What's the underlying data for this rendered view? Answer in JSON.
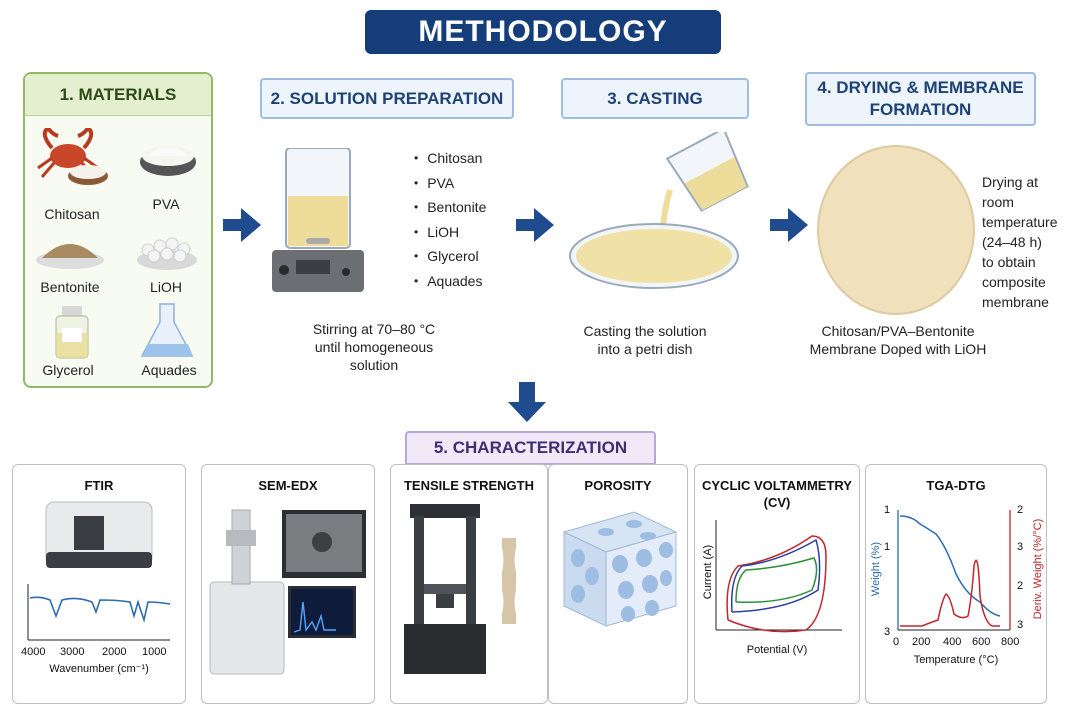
{
  "title": "METHODOLOGY",
  "steps": {
    "materials": {
      "label": "1. MATERIALS",
      "items": [
        {
          "name": "Chitosan",
          "icon": "crab-icon"
        },
        {
          "name": "PVA",
          "icon": "powder-bowl-icon"
        },
        {
          "name": "Bentonite",
          "icon": "clay-powder-icon"
        },
        {
          "name": "LiOH",
          "icon": "pellets-icon"
        },
        {
          "name": "Glycerol",
          "icon": "bottle-icon"
        },
        {
          "name": "Aquades",
          "icon": "flask-icon"
        }
      ]
    },
    "solution": {
      "label": "2. SOLUTION PREPARATION",
      "list": [
        "Chitosan",
        "PVA",
        "Bentonite",
        "LiOH",
        "Glycerol",
        "Aquades"
      ],
      "caption_lines": [
        "Stirring at 70–80 °C",
        "until homogeneous",
        "solution"
      ]
    },
    "casting": {
      "label": "3. CASTING",
      "caption_lines": [
        "Casting the solution",
        "into a petri dish"
      ]
    },
    "drying": {
      "label_lines": [
        "4. DRYING & MEMBRANE",
        "FORMATION"
      ],
      "side_lines": [
        "Drying at",
        "room",
        "temperature",
        "(24–48 h)",
        "to obtain",
        "composite",
        "membrane"
      ],
      "caption_lines": [
        "Chitosan/PVA–Bentonite",
        "Membrane Doped with LiOH"
      ]
    }
  },
  "characterization": {
    "label": "5. CHARACTERIZATION",
    "cards": {
      "ftir": {
        "title": "FTIR",
        "ticks": [
          "4000",
          "3000",
          "2000",
          "1000"
        ],
        "xlabel": "Wavenumber (cm⁻¹)"
      },
      "sem": {
        "title": "SEM-EDX"
      },
      "tensile": {
        "title": "TENSILE STRENGTH"
      },
      "porosity": {
        "title": "POROSITY"
      },
      "cv": {
        "title_lines": [
          "CYCLIC VOLTAMMETRY",
          "(CV)"
        ],
        "xlabel": "Potential (V)",
        "ylabel": "Current (A)"
      },
      "tga": {
        "title": "TGA-DTG",
        "xlabel": "Temperature (°C)",
        "ylabel_left": "Weight (%)",
        "ylabel_right": "Deriv. Weight (%/°C)",
        "x_ticks": [
          "0",
          "200",
          "400",
          "600",
          "800"
        ],
        "left_ticks": [
          "1",
          "1",
          "3"
        ],
        "right_ticks": [
          "2",
          "3",
          "2",
          "3"
        ]
      }
    }
  },
  "colors": {
    "banner": "#143d7a",
    "arrow": "#1f4b8f",
    "materials_border": "#93b86a",
    "step_border": "#9fbde0",
    "char_border": "#b9a6dc",
    "weight_curve": "#2d6cb0",
    "dtg_curve": "#c0262b"
  }
}
